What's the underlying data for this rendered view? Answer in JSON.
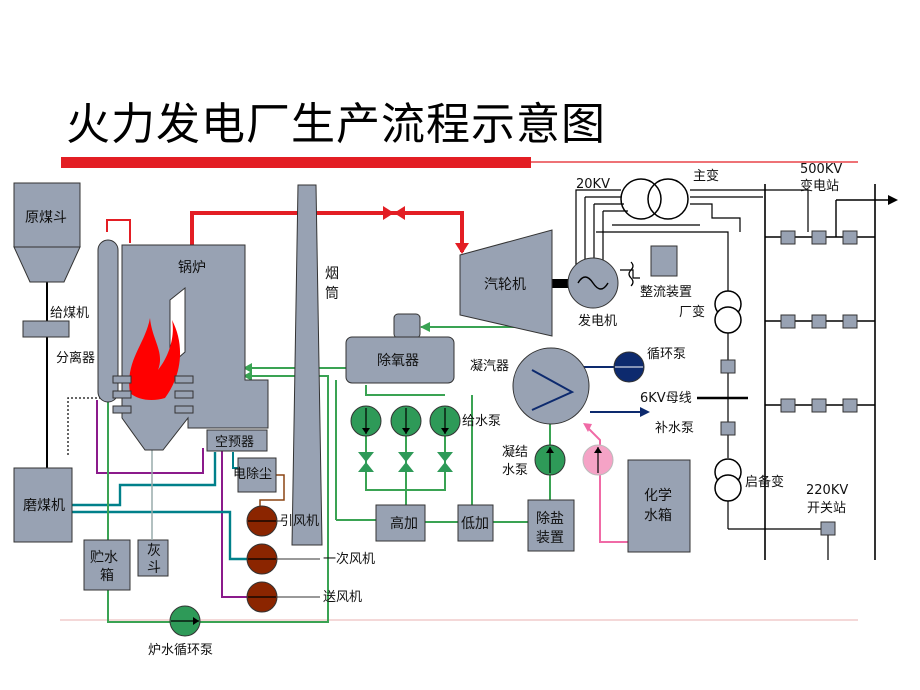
{
  "title": "火力发电厂生产流程示意图",
  "colors": {
    "accent_red": "#e31e24",
    "steam": "#e31e24",
    "box_fill": "#98a2b3",
    "pump_green": "#2e9a58",
    "fan_brown": "#8b2500",
    "navy_pump": "#0d2a6e",
    "pink_pump": "#f5a3c6",
    "teal_line": "#00808a",
    "purple_line": "#8b1a8b",
    "green_line": "#3aa353"
  },
  "labels": {
    "coal_bunker": "原煤斗",
    "feeder": "给煤机",
    "separator": "分离器",
    "coal_mill": "磨煤机",
    "water_tank": "贮水\n箱",
    "ash_hopper": "灰\n斗",
    "boiler": "锅炉",
    "chimney": "烟\n筒",
    "air_preheater": "空预器",
    "esp": "电除尘",
    "id_fan": "引风机",
    "primary_fan": "一次风机",
    "fd_fan": "送风机",
    "boiler_circ_pump": "炉水循环泵",
    "deaerator": "除氧器",
    "feed_pump": "给水泵",
    "hp_heater": "高加",
    "lp_heater": "低加",
    "turbine": "汽轮机",
    "condenser": "凝汽器",
    "cond_pump": "凝结\n水泵",
    "desalt": "除盐\n装置",
    "chem_tank": "化学\n水箱",
    "circ_pump": "循环泵",
    "makeup_pump": "补水泵",
    "generator": "发电机",
    "rectifier": "整流装置",
    "main_tx": "主变",
    "v20kv": "20KV",
    "v500kv": "500KV",
    "substation_500": "变电站",
    "plant_tx": "厂变",
    "bus_6kv": "6KV母线",
    "startup_tx": "启备变",
    "v220kv": "220KV",
    "switchyard_220": "开关站"
  }
}
